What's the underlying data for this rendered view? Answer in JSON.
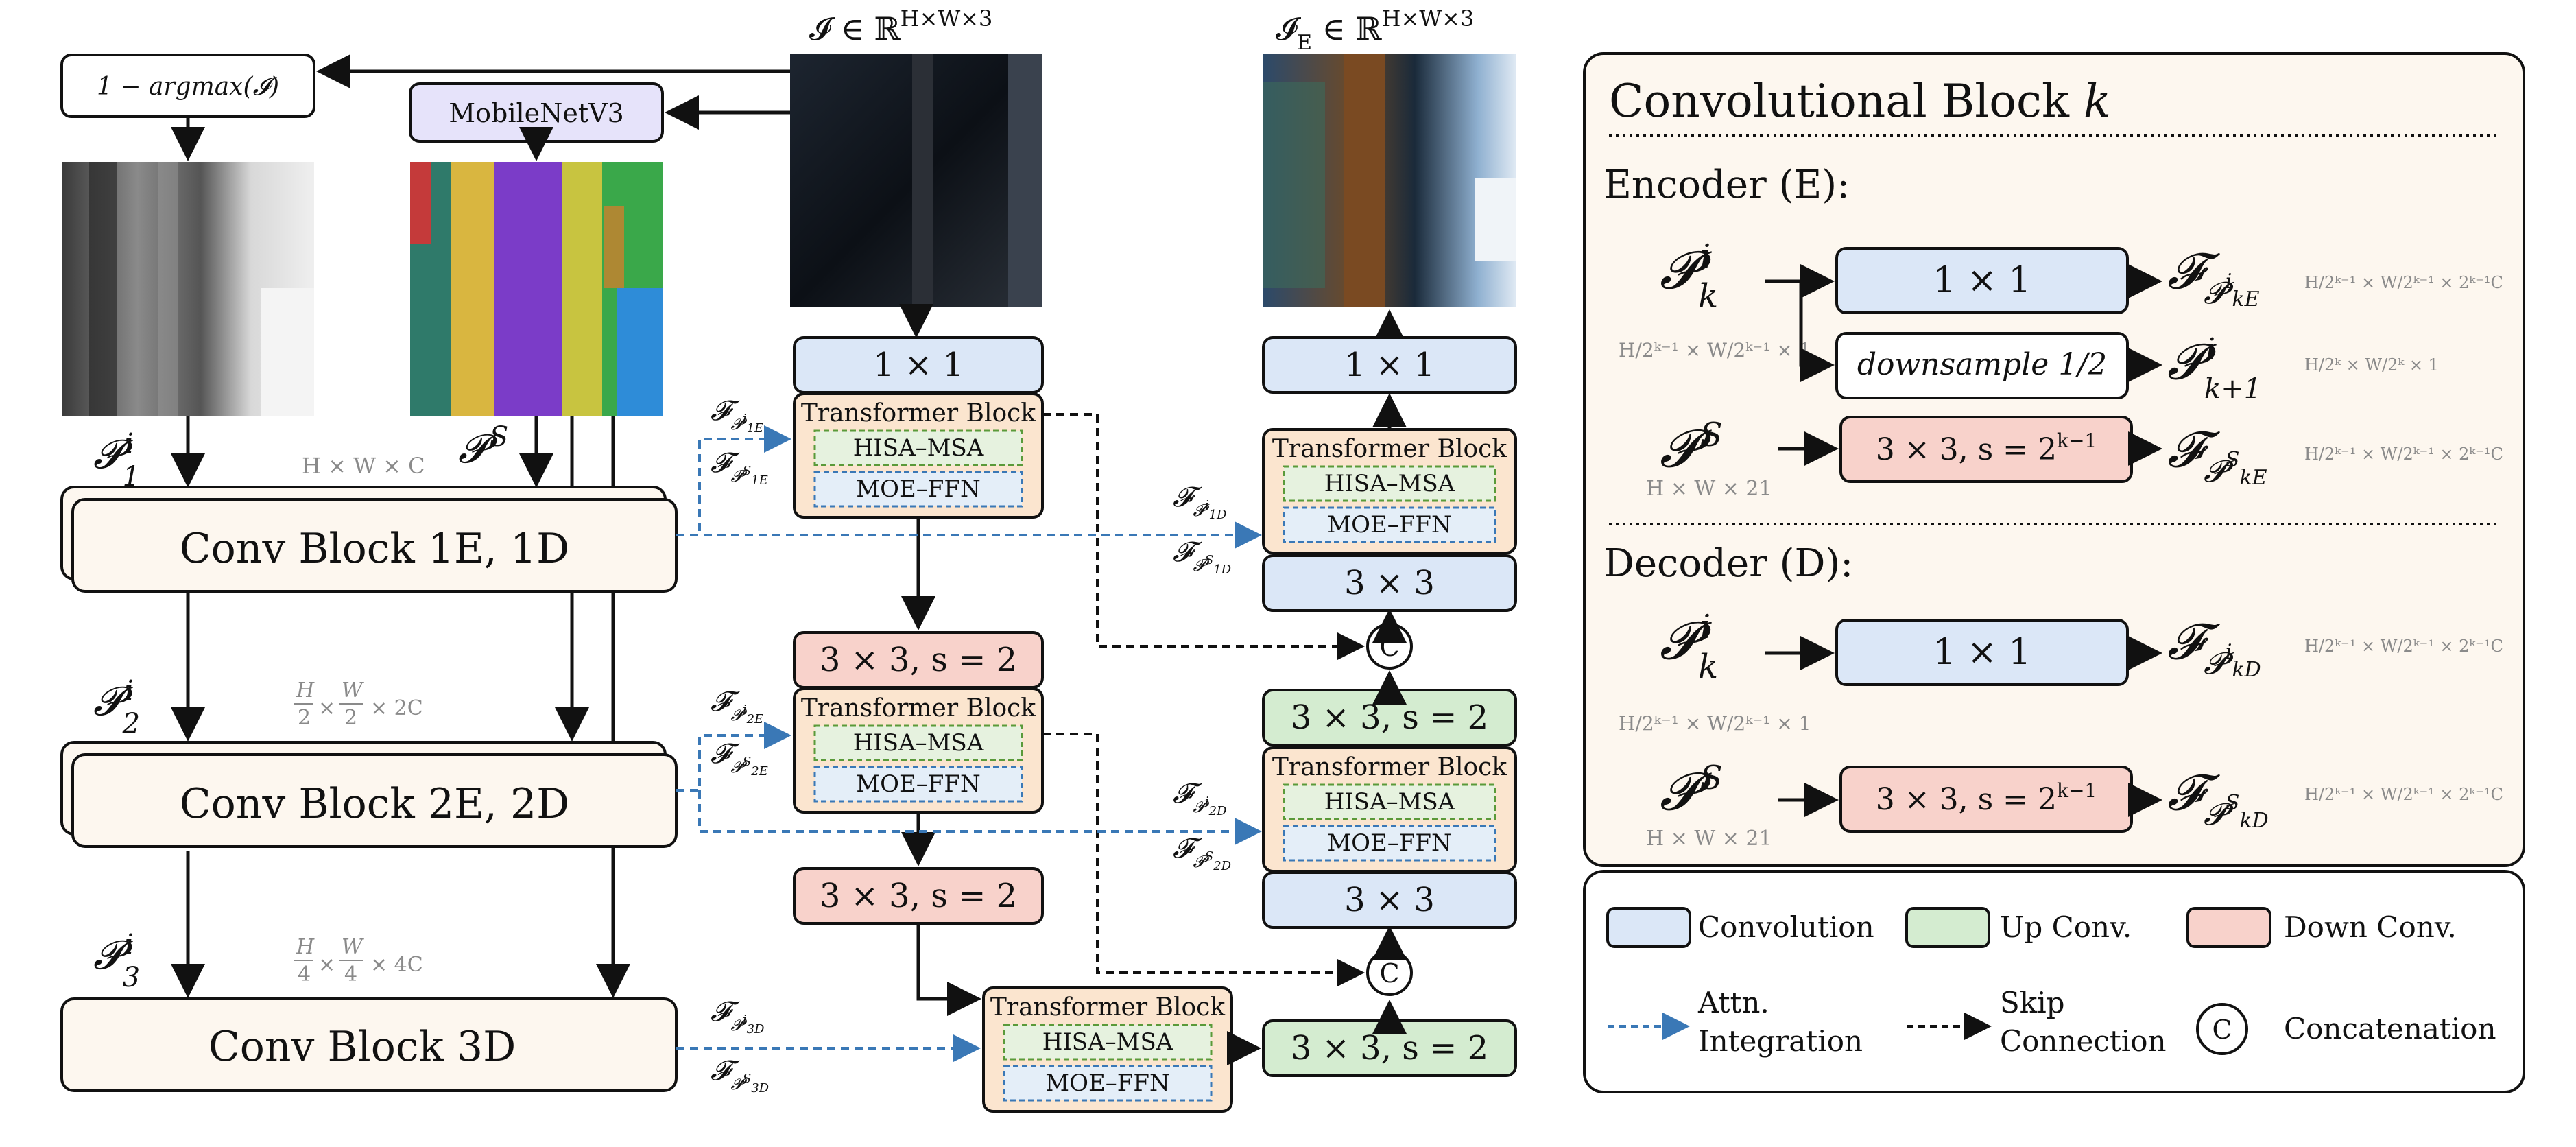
{
  "colors": {
    "conv": "#dbe7f7",
    "conv_stroke": "#1b2a3a",
    "upconv": "#d4ecd0",
    "downconv": "#f8d2cb",
    "transformer": "#fbe5cf",
    "hisa_fill": "#e6f2df",
    "hisa_stroke": "#5a9a3a",
    "moe_fill": "#e4eef8",
    "moe_stroke": "#3a78b6",
    "convblock": "#fdf7ef",
    "panel": "#fdf7ef",
    "mobilenet": "#e6e3fa",
    "attn_arrow": "#3a78b6",
    "text_gray": "#8a8a8a"
  },
  "labels": {
    "argmax": "1 − argmax(𝓘)",
    "mobilenet": "MobileNetV3",
    "input_label": "𝓘 ∈ ℝ",
    "input_sup": "H×W×3",
    "output_label": "𝓘",
    "output_sub": "E",
    "output_in": " ∈ ℝ",
    "output_sup": "H×W×3",
    "p_i": "𝓟",
    "p_i_sup": "i",
    "p_1": "1",
    "p_2": "2",
    "p_3": "3",
    "p_s": "𝓟",
    "p_s_sup": "S",
    "dim1": "H × W × C",
    "dim2_a": "H",
    "dim2_b": "2",
    "dim2_c": "W",
    "dim2_d": "2",
    "dim2_e": "× 2C",
    "dim3_a": "H",
    "dim3_b": "4",
    "dim3_c": "W",
    "dim3_d": "4",
    "dim3_e": "× 4C",
    "conv_block_1": "Conv Block 1E, 1D",
    "conv_block_2": "Conv Block 2E, 2D",
    "conv_block_3": "Conv Block 3D",
    "one_by_one": "1 × 1",
    "three_by_three": "3 × 3",
    "strided": "3 × 3, s = 2",
    "transformer": "Transformer Block",
    "hisa": "HISA–MSA",
    "moe": "MOE–FFN",
    "concat": "C",
    "f": "𝓕",
    "f_p": "𝓟",
    "sub_1E": "1E",
    "sub_2E": "2E",
    "sub_1D": "1D",
    "sub_2D": "2D",
    "sub_3D": "3D"
  },
  "panel": {
    "title": "Convolutional Block ",
    "title_k": "k",
    "encoder": "Encoder (E):",
    "decoder": "Decoder (D):",
    "one_by_one": "1 × 1",
    "downsample": "downsample 1/2",
    "conv_stride": "3 × 3, s = 2",
    "conv_stride_sup": "k−1",
    "p_k": "𝓟",
    "p_k_sub": "k",
    "p_k1_sub": "k+1",
    "sup_i": "i",
    "sup_s": "S",
    "dims_hwk": "H/2ᵏ⁻¹ × W/2ᵏ⁻¹ × 1",
    "dims_hw21": "H × W × 21",
    "out_1": "H/2ᵏ⁻¹ × W/2ᵏ⁻¹ × 2ᵏ⁻¹C",
    "out_2": "H/2ᵏ × W/2ᵏ × 1",
    "f": "𝓕",
    "sub_kE": "kE",
    "sub_kD": "kD"
  },
  "legend": {
    "convolution": "Convolution",
    "upconv": "Up Conv.",
    "downconv": "Down Conv.",
    "attn_1": "Attn.",
    "attn_2": "Integration",
    "skip_1": "Skip",
    "skip_2": "Connection",
    "concat_symbol": "C",
    "concatenation": "Concatenation"
  }
}
